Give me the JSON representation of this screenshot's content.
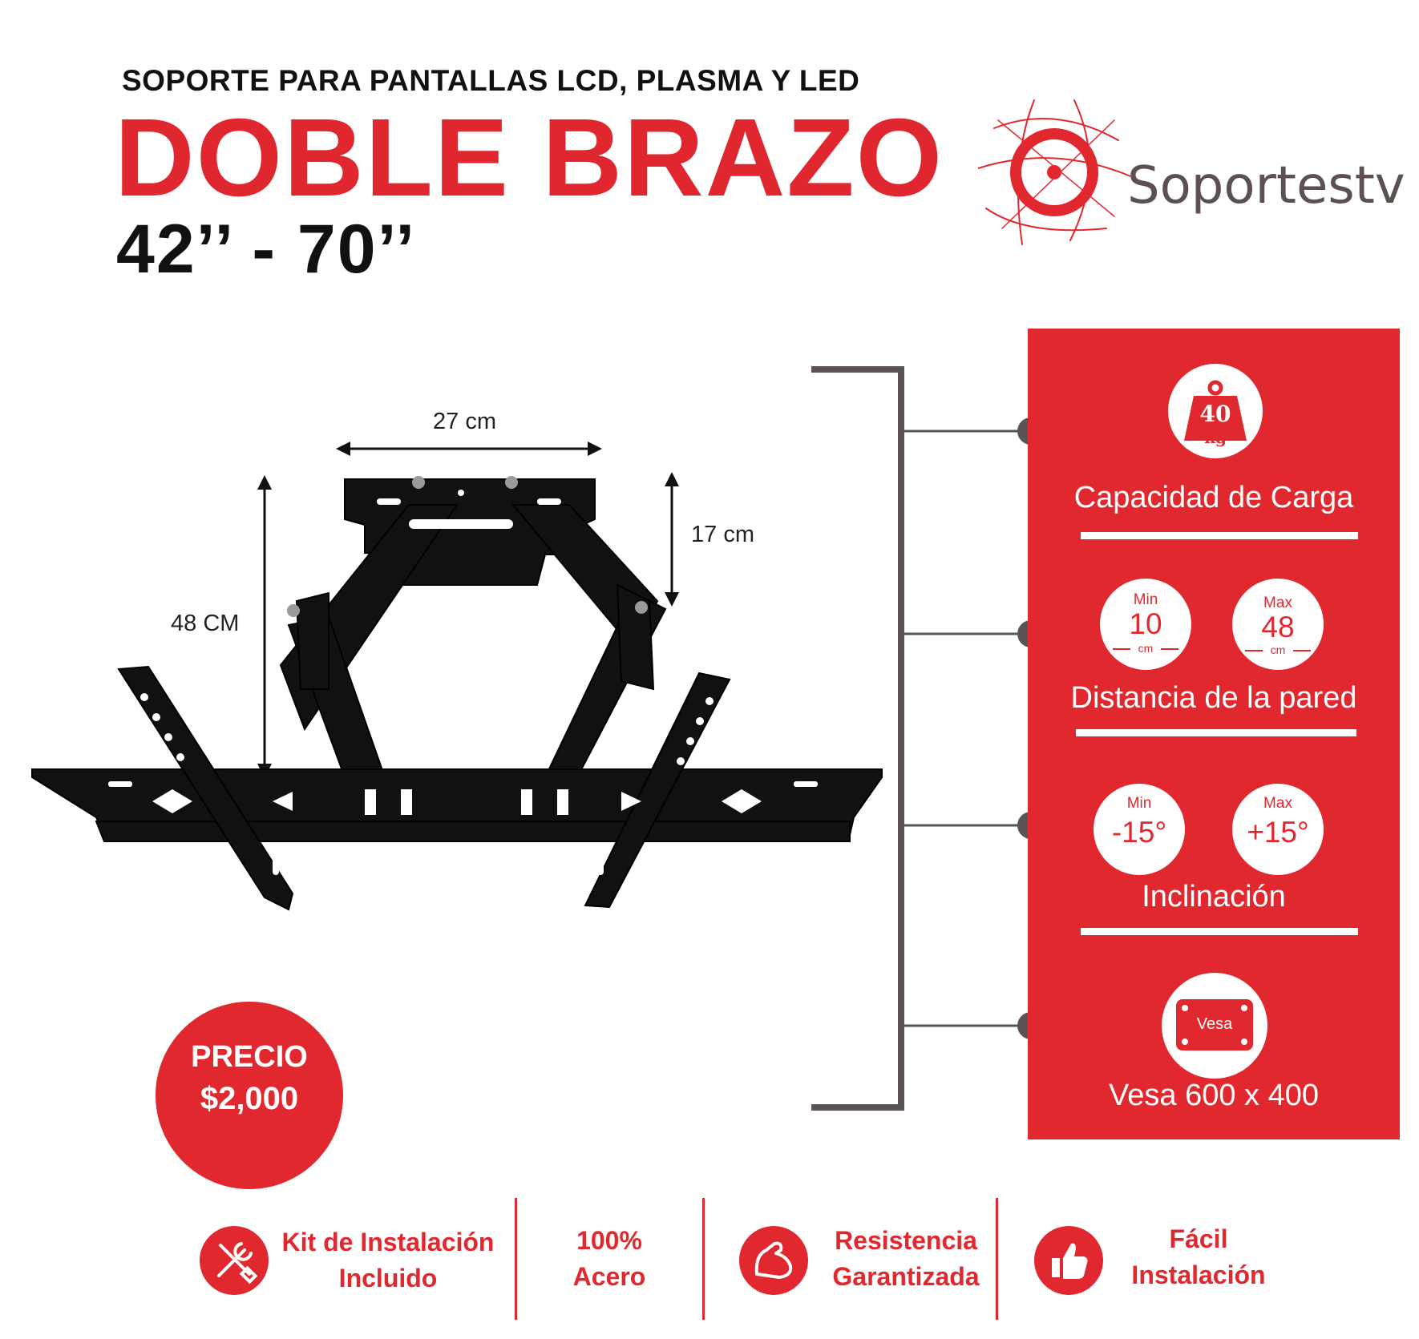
{
  "header": {
    "subtitle": "SOPORTE PARA PANTALLAS LCD, PLASMA Y LED",
    "title": "DOBLE BRAZO",
    "size_range": "42’’ - 70’’"
  },
  "brand": {
    "name": "Soportestv",
    "logo_icon": "target-swirl-logo"
  },
  "dimensions": {
    "width": "27 cm",
    "depth": "17 cm",
    "height": "48 CM"
  },
  "specs": {
    "capacity": {
      "badge_value": "40",
      "badge_unit": "kg",
      "label": "Capacidad de Carga"
    },
    "wall_distance": {
      "min_label": "Min",
      "min_value": "10",
      "min_unit": "cm",
      "max_label": "Max",
      "max_value": "48",
      "max_unit": "cm",
      "label": "Distancia de la pared"
    },
    "tilt": {
      "min_label": "Min",
      "min_value": "-15°",
      "max_label": "Max",
      "max_value": "+15°",
      "label": "Inclinación"
    },
    "vesa": {
      "badge_text": "Vesa",
      "label": "Vesa 600 x 400"
    }
  },
  "price": {
    "label": "PRECIO",
    "value": "$2,000"
  },
  "features": [
    {
      "line1": "Kit de Instalación",
      "line2": "Incluido",
      "icon": "tools-icon"
    },
    {
      "line1": "100%",
      "line2": "Acero",
      "icon": ""
    },
    {
      "line1": "Resistencia",
      "line2": "Garantizada",
      "icon": "strength-arm-icon"
    },
    {
      "line1": "Fácil",
      "line2": "Instalación",
      "icon": "thumbs-up-icon"
    }
  ],
  "colors": {
    "accent": "#e1282f",
    "brand_text": "#5c5150",
    "bracket": "#5c5454",
    "product": "#111111"
  }
}
